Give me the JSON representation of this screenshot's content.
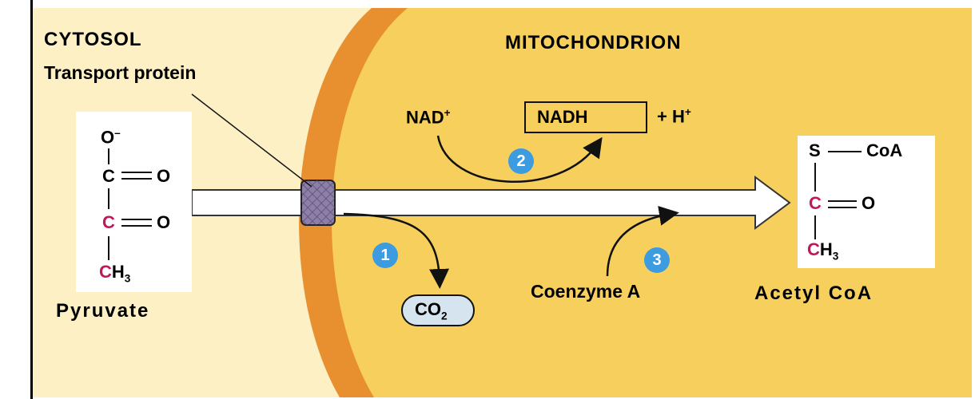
{
  "labels": {
    "cytosol": "CYTOSOL",
    "transport_protein": "Transport protein",
    "mitochondrion": "MITOCHONDRION",
    "pyruvate": "Pyruvate",
    "acetyl_coa": "Acetyl CoA",
    "coenzyme_a": "Coenzyme A",
    "nad": "NAD",
    "nadh": "NADH",
    "plus_h": "+ H",
    "co2": "CO",
    "superscript_plus": "+",
    "superscript_minus": "–",
    "subscript_2": "2",
    "subscript_3": "3"
  },
  "steps": [
    "1",
    "2",
    "3"
  ],
  "pyruvate_structure": {
    "o_minus": "O",
    "c1": "C",
    "o1": "O",
    "c2": "C",
    "o2": "O",
    "ch3_c": "C",
    "ch3_h": "H"
  },
  "acetyl_structure": {
    "s": "S",
    "coa": "CoA",
    "c1": "C",
    "o1": "O",
    "ch3_c": "C",
    "ch3_h": "H"
  },
  "colors": {
    "cytosol_bg": "#fcf0c4",
    "membrane": "#e8902f",
    "matrix": "#f6cf5c",
    "carbon_highlight": "#c2185b",
    "step_circle": "#3d9be0",
    "co2_fill": "#d6e4f0",
    "transport_protein_fill": "#8d7fa8"
  }
}
